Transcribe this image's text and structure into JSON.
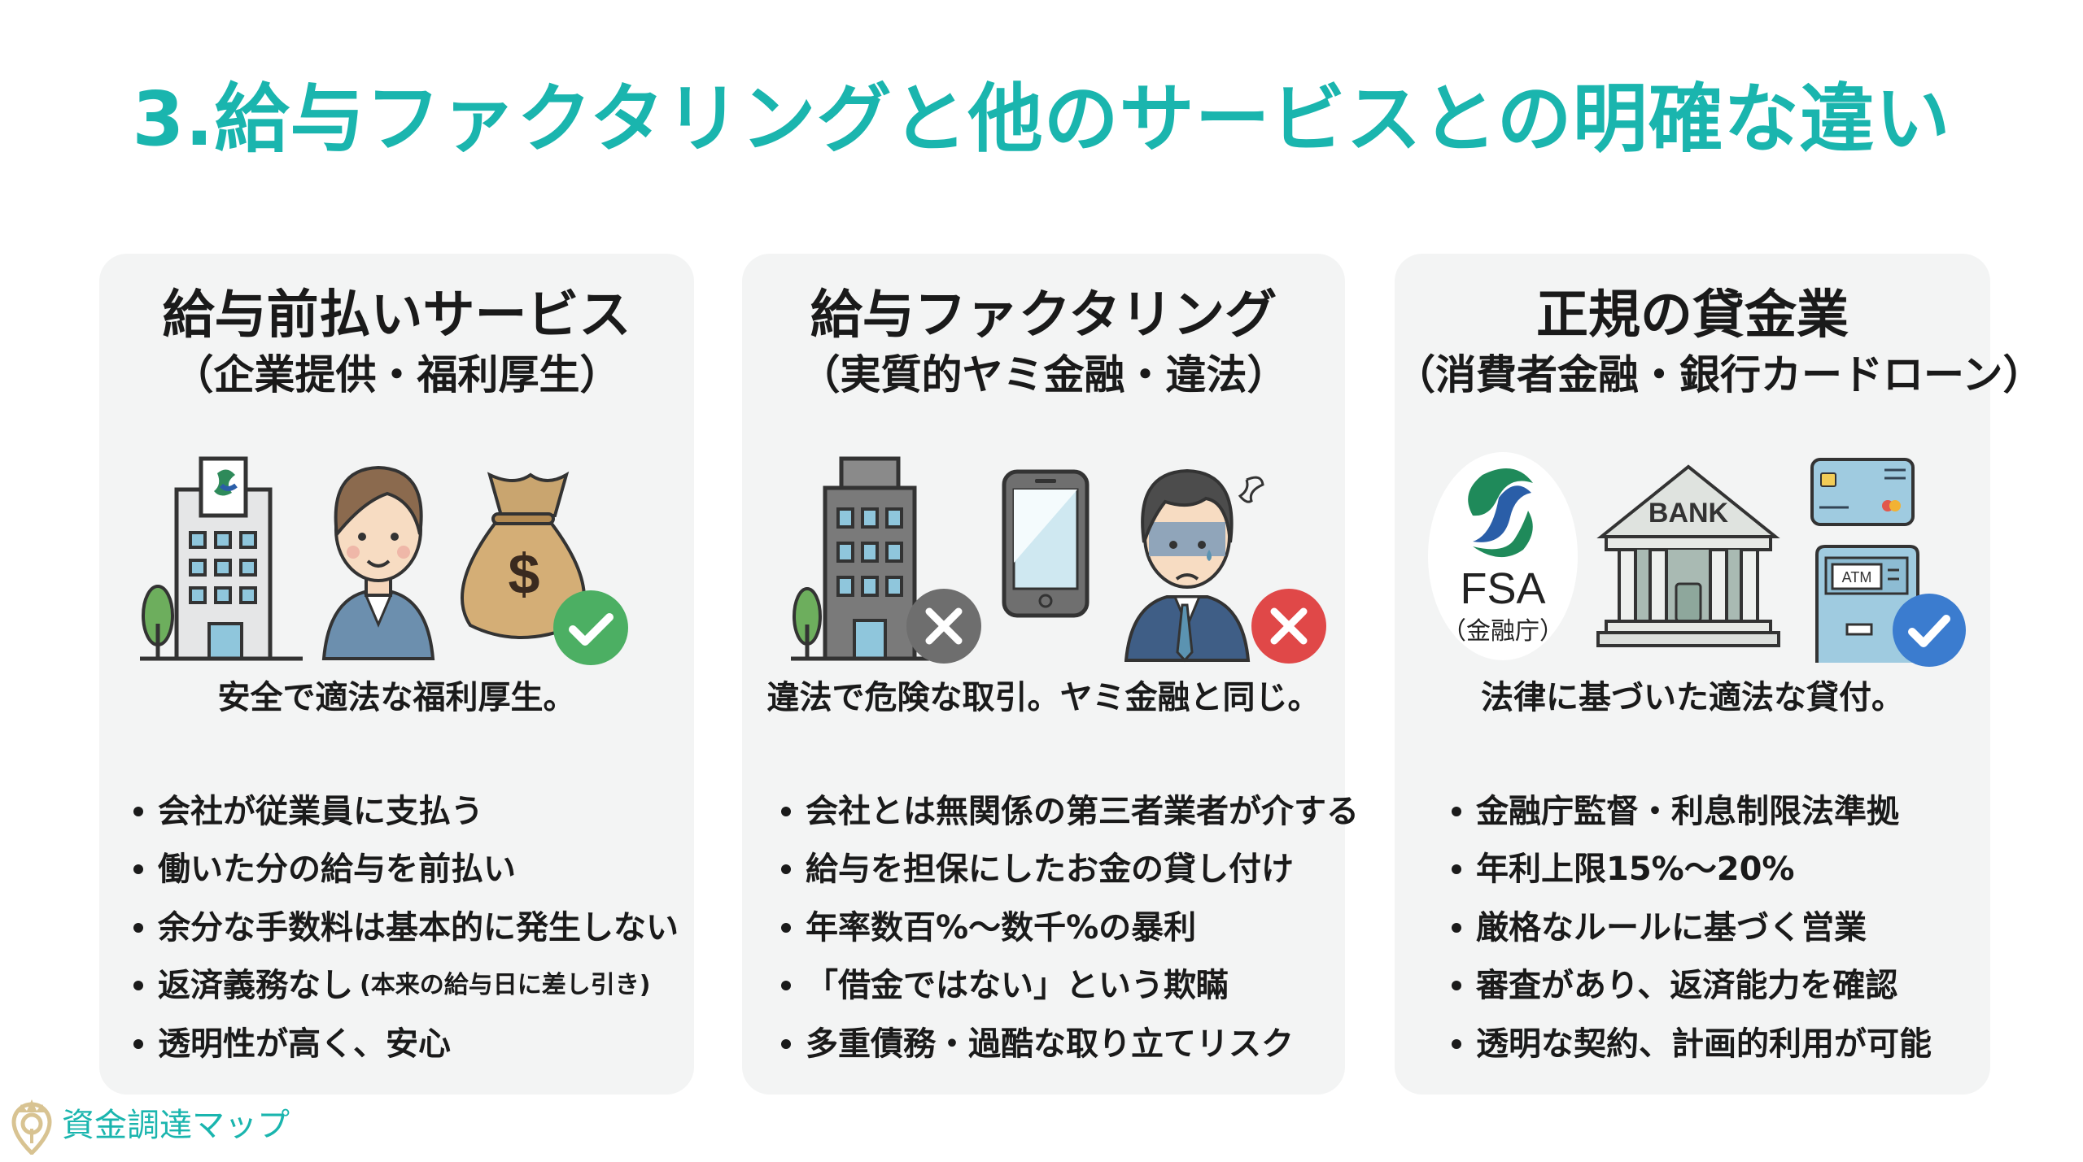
{
  "page": {
    "title": "3.給与ファクタリングと他のサービスとの明確な違い",
    "accent_color": "#1ab5ae",
    "card_background": "#f3f4f4"
  },
  "cards": [
    {
      "title": "給与前払いサービス",
      "subtitle": "（企業提供・福利厚生）",
      "illustration": {
        "icons": [
          "office-building-icon",
          "smiling-employee-icon",
          "money-bag-icon",
          "green-check-icon"
        ],
        "status": "approved",
        "status_color": "#4caf63"
      },
      "summary": "安全で適法な福利厚生。",
      "bullets": [
        {
          "text": "会社が従業員に支払う"
        },
        {
          "text": "働いた分の給与を前払い"
        },
        {
          "text": "余分な手数料は基本的に発生しない"
        },
        {
          "text": "返済義務なし",
          "note": "(本来の給与日に差し引き)"
        },
        {
          "text": "透明性が高く、安心"
        }
      ]
    },
    {
      "title": "給与ファクタリング",
      "subtitle": "（実質的ヤミ金融・違法）",
      "illustration": {
        "icons": [
          "gray-building-icon",
          "smartphone-icon",
          "worried-employee-icon",
          "red-x-icon"
        ],
        "status": "rejected",
        "status_color": "#e04848"
      },
      "summary": "違法で危険な取引。ヤミ金融と同じ。",
      "bullets": [
        {
          "text": "会社とは無関係の第三者業者が介する"
        },
        {
          "text": "給与を担保にしたお金の貸し付け"
        },
        {
          "text": "年率数百%〜数千%の暴利"
        },
        {
          "text": "「借金ではない」という欺瞞"
        },
        {
          "text": "多重債務・過酷な取り立てリスク"
        }
      ]
    },
    {
      "title": "正規の貸金業",
      "subtitle": "（消費者金融・銀行カードローン）",
      "illustration": {
        "icons": [
          "fsa-logo-icon",
          "bank-icon",
          "credit-card-icon",
          "atm-icon",
          "blue-check-icon"
        ],
        "fsa_label": "FSA",
        "fsa_sublabel": "（金融庁）",
        "bank_label": "BANK",
        "atm_label": "ATM",
        "status": "approved",
        "status_color": "#3b7ccf"
      },
      "summary": "法律に基づいた適法な貸付。",
      "bullets": [
        {
          "text": "金融庁監督・利息制限法準拠"
        },
        {
          "text": "年利上限15%〜20%"
        },
        {
          "text": "厳格なルールに基づく営業"
        },
        {
          "text": "審査があり、返済能力を確認"
        },
        {
          "text": "透明な契約、計画的利用が可能"
        }
      ]
    }
  ],
  "footer": {
    "brand_name": "資金調達マップ",
    "brand_icon": "crown-pin-icon",
    "brand_icon_color": "#d8c392"
  }
}
